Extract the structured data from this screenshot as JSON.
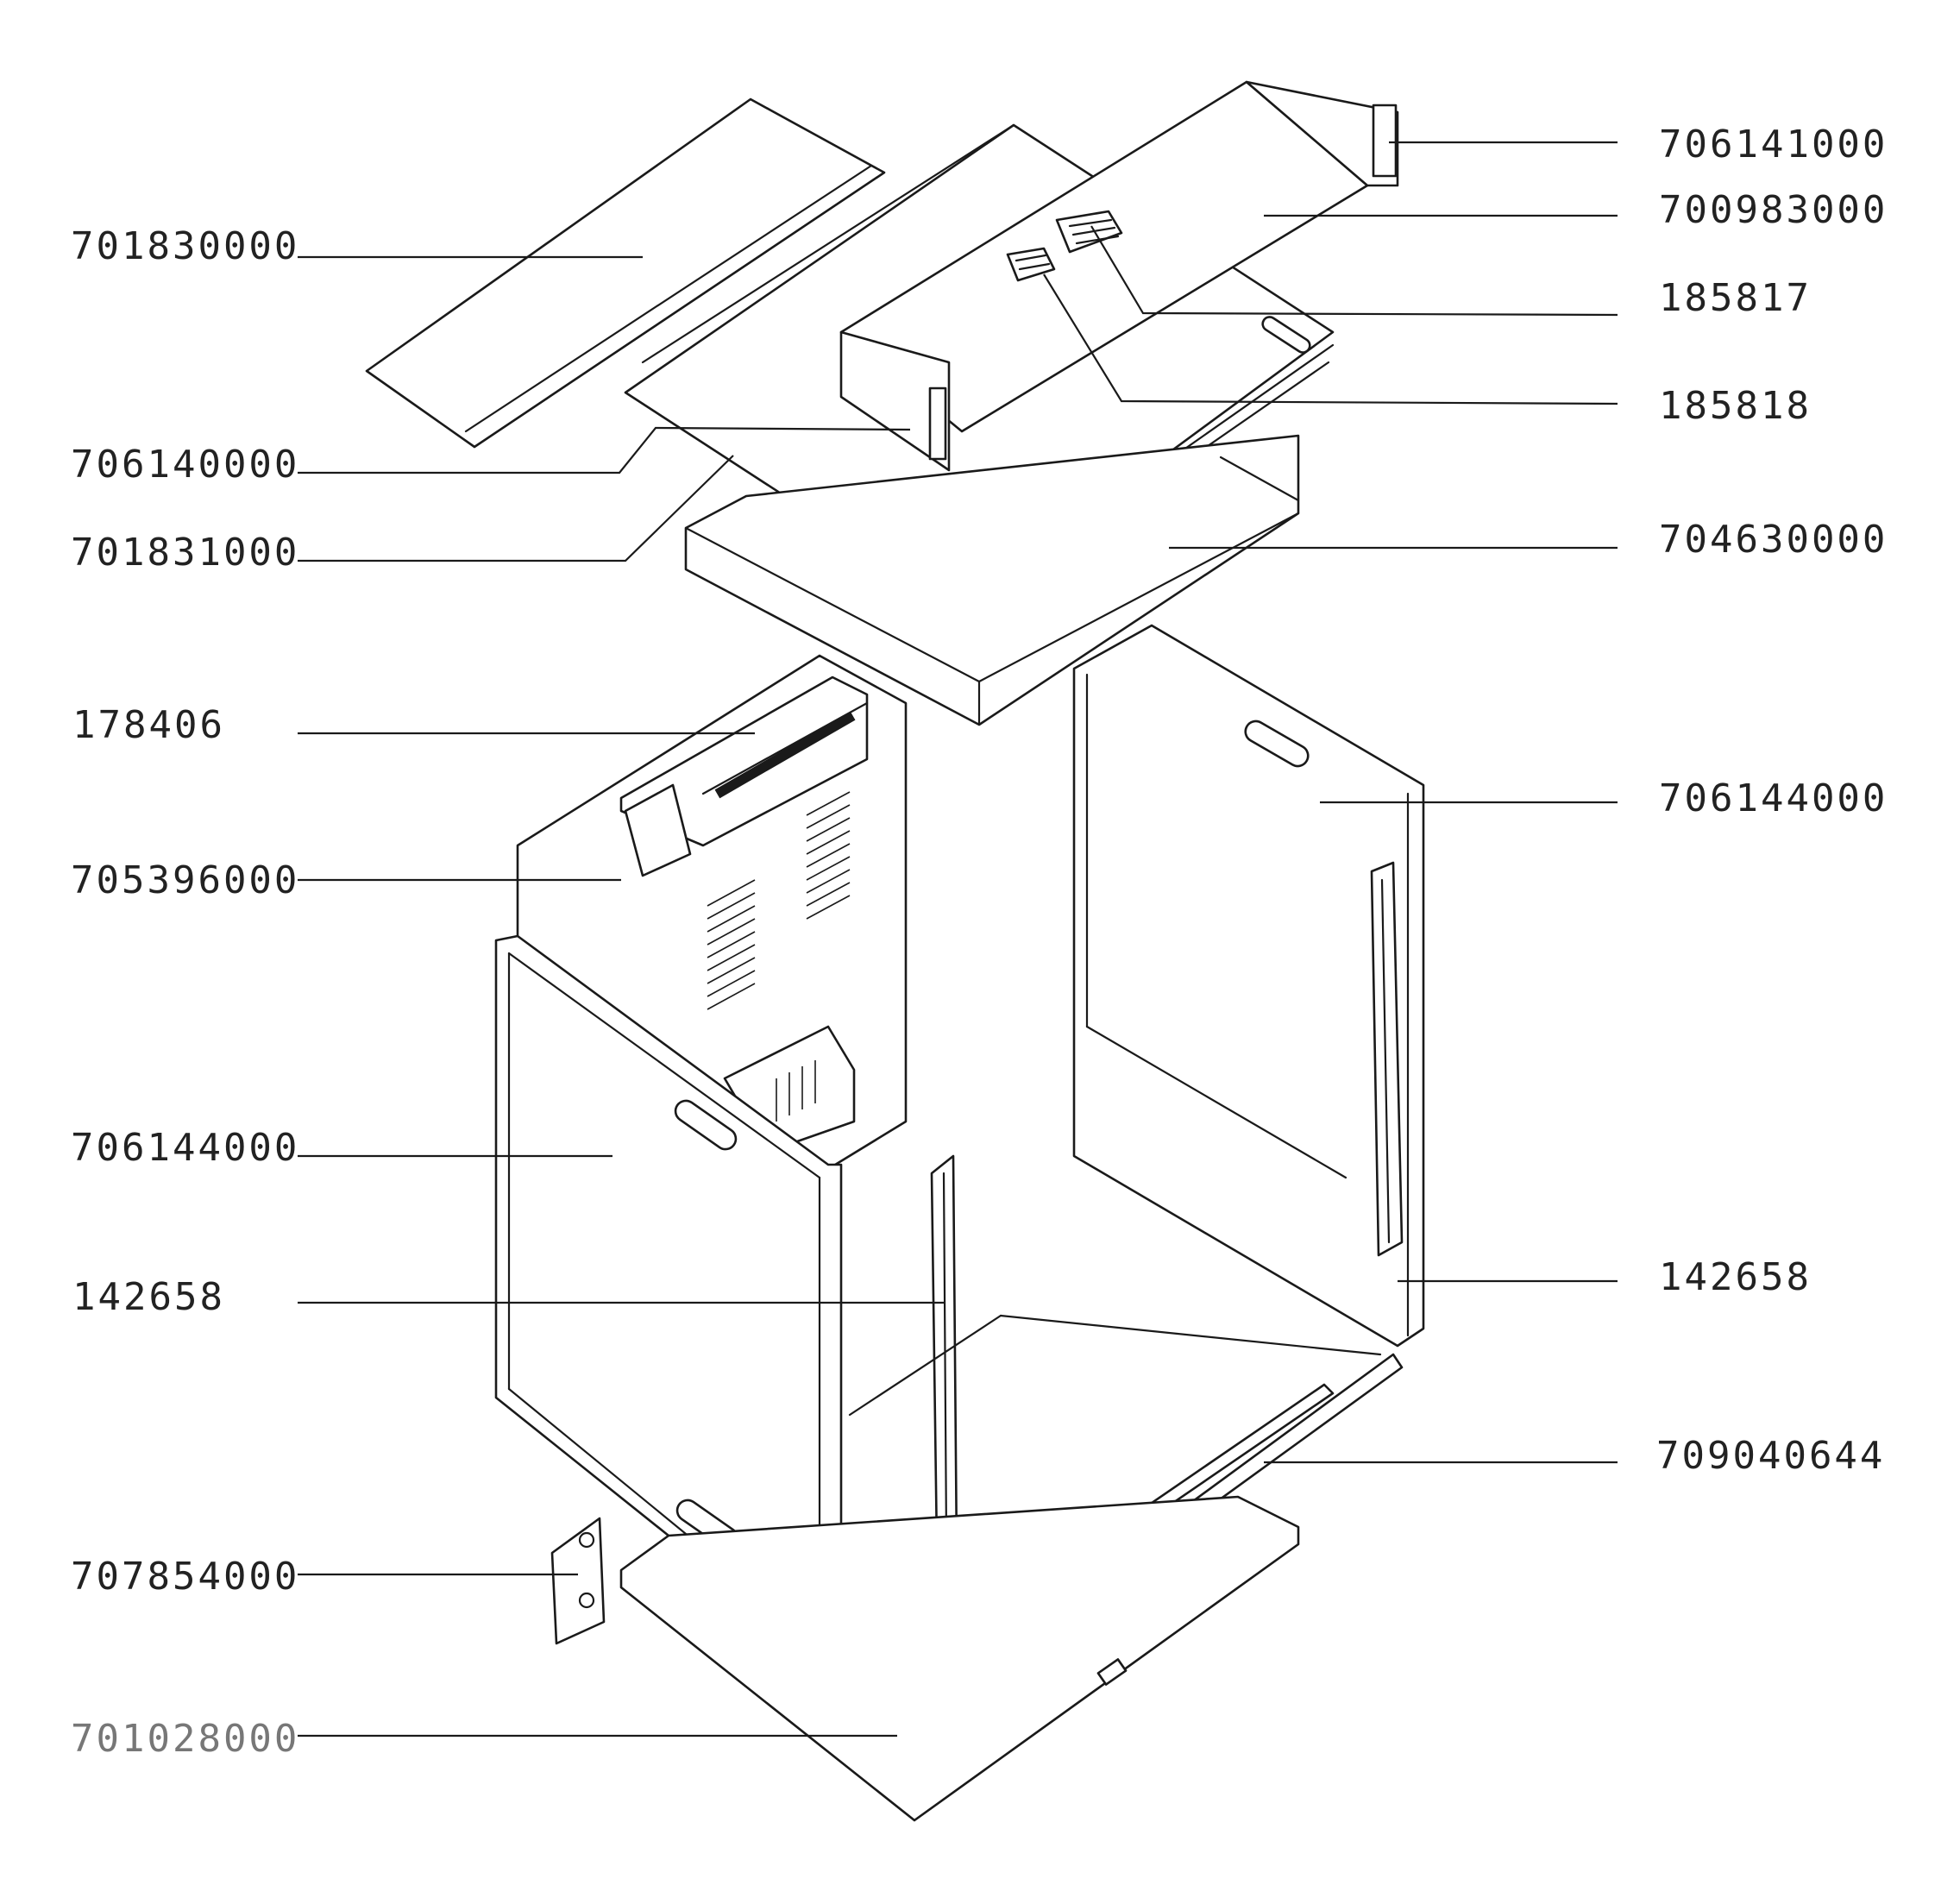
{
  "labels": {
    "l_706141000": "706141000",
    "l_700983000": "700983000",
    "l_185817": "185817",
    "l_185818": "185818",
    "l_704630000": "704630000",
    "l_706144000_right": "706144000",
    "l_142658_right": "142658",
    "l_709040644": "709040644",
    "l_701830000": "701830000",
    "l_706140000": "706140000",
    "l_701831000": "701831000",
    "l_178406": "178406",
    "l_705396000": "705396000",
    "l_706144000_left": "706144000",
    "l_142658_left": "142658",
    "l_707854000": "707854000",
    "l_701028000": "701028000"
  }
}
